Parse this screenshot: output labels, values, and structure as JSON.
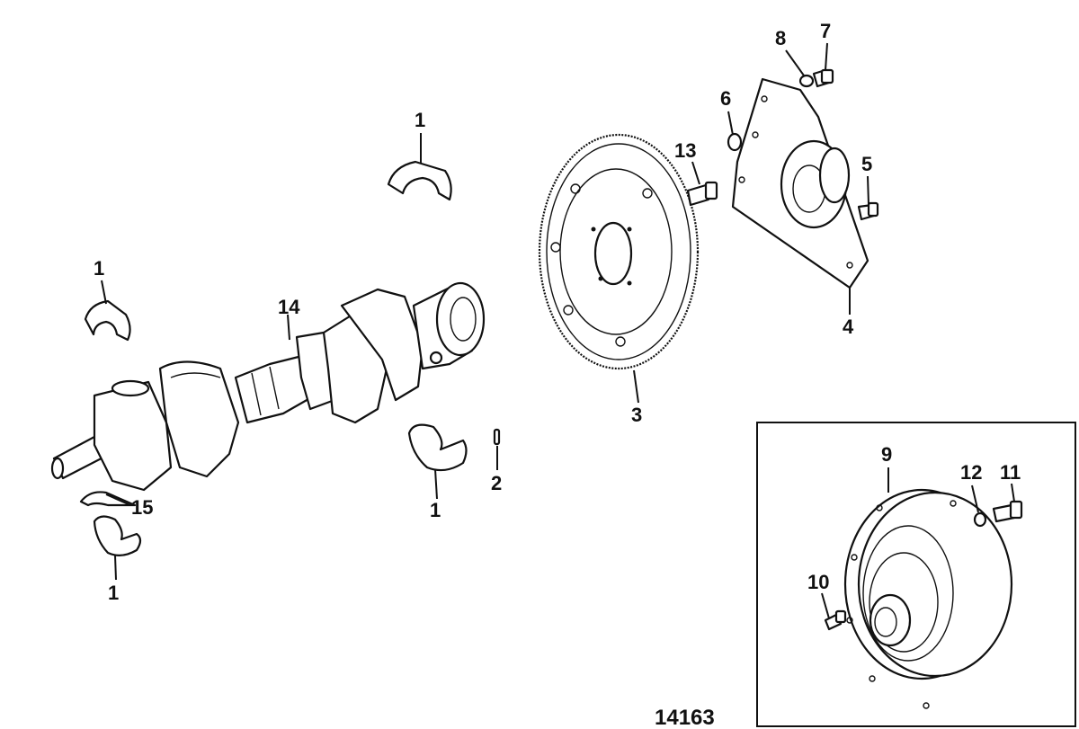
{
  "callouts": {
    "bearing_upper_top": "1",
    "bearing_left_upper": "1",
    "bearing_lower_mid": "1",
    "bearing_lower_left": "1",
    "pin": "2",
    "flywheel": "3",
    "drive_plate": "4",
    "plate_fitting": "5",
    "plate_plug": "6",
    "plate_bolt": "7",
    "plate_washer": "8",
    "coupler": "9",
    "coupler_fitting": "10",
    "coupler_bolt": "11",
    "coupler_washer": "12",
    "flywheel_bolt": "13",
    "crankshaft": "14",
    "thrust_bearing": "15"
  },
  "figure_number": "14163"
}
